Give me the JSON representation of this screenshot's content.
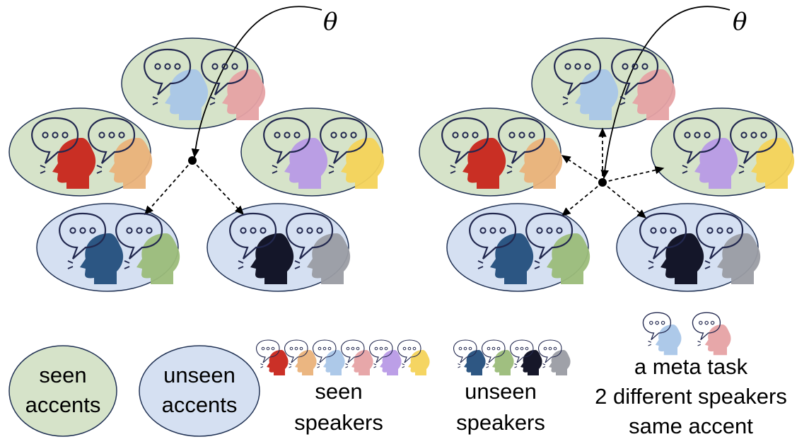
{
  "theta_symbol": "θ",
  "colors": {
    "seen_fill": "#d6e3c9",
    "unseen_fill": "#d5e0f2",
    "ellipse_stroke": "#223355",
    "bubble_stroke": "#22284f",
    "speakers": {
      "red": "#c8251b",
      "orange": "#eab27a",
      "light_blue": "#a9c6e8",
      "pink": "#e6a2a4",
      "purple": "#b89ae6",
      "yellow": "#f4d35a",
      "navy": "#234e7c",
      "green": "#9bbc79",
      "black": "#0a0b1e",
      "gray": "#9a9ca3"
    }
  },
  "speaker_icon_name": "speaking-head-with-speech-bubble-icon",
  "legend": {
    "seen_accents_lines": [
      "seen",
      "accents"
    ],
    "unseen_accents_lines": [
      "unseen",
      "accents"
    ],
    "seen_speakers_lines": [
      "seen",
      "speakers"
    ],
    "unseen_speakers_lines": [
      "unseen",
      "speakers"
    ],
    "meta_task_lines": [
      "a meta task",
      "2 different speakers",
      "same accent"
    ]
  }
}
